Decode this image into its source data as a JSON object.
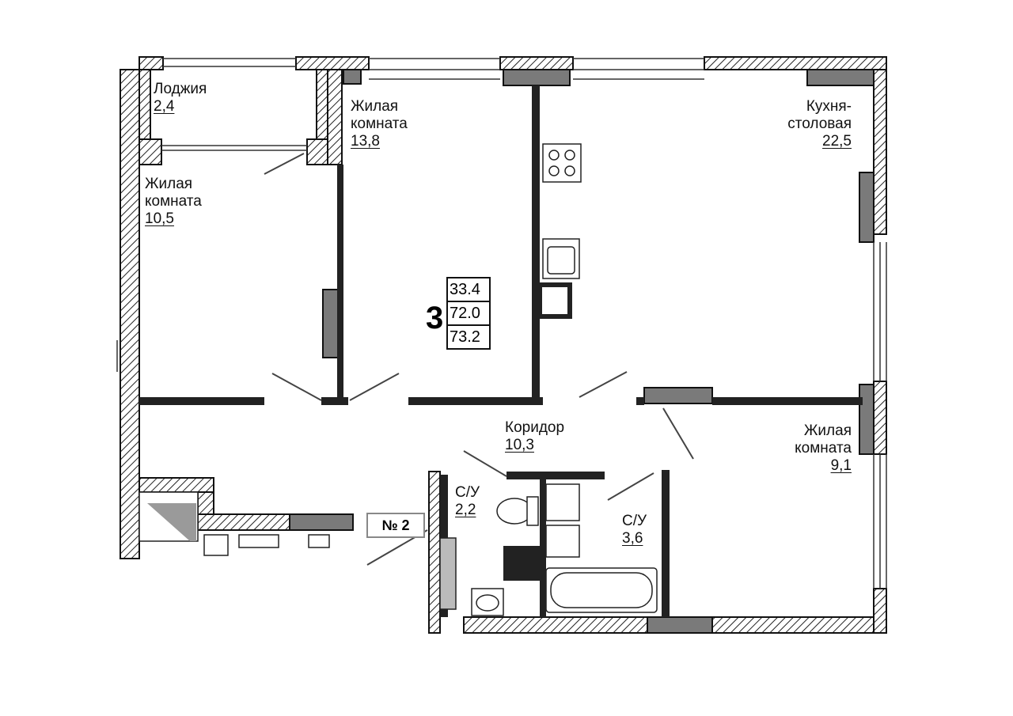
{
  "plan": {
    "rooms_count": "3",
    "areas": {
      "living": "33.4",
      "total": "72.0",
      "total_with_loggia": "73.2"
    },
    "apartment_number": "№ 2",
    "rooms": [
      {
        "id": "loggia",
        "name": "Лоджия",
        "area": "2,4"
      },
      {
        "id": "living-1",
        "name_line1": "Жилая",
        "name_line2": "комната",
        "area": "10,5"
      },
      {
        "id": "living-2",
        "name_line1": "Жилая",
        "name_line2": "комната",
        "area": "13,8"
      },
      {
        "id": "kitchen",
        "name_line1": "Кухня-",
        "name_line2": "столовая",
        "area": "22,5"
      },
      {
        "id": "corridor",
        "name": "Коридор",
        "area": "10,3"
      },
      {
        "id": "bath-1",
        "name": "С/У",
        "area": "2,2"
      },
      {
        "id": "bath-2",
        "name": "С/У",
        "area": "3,6"
      },
      {
        "id": "living-3",
        "name_line1": "Жилая",
        "name_line2": "комната",
        "area": "9,1"
      }
    ]
  }
}
